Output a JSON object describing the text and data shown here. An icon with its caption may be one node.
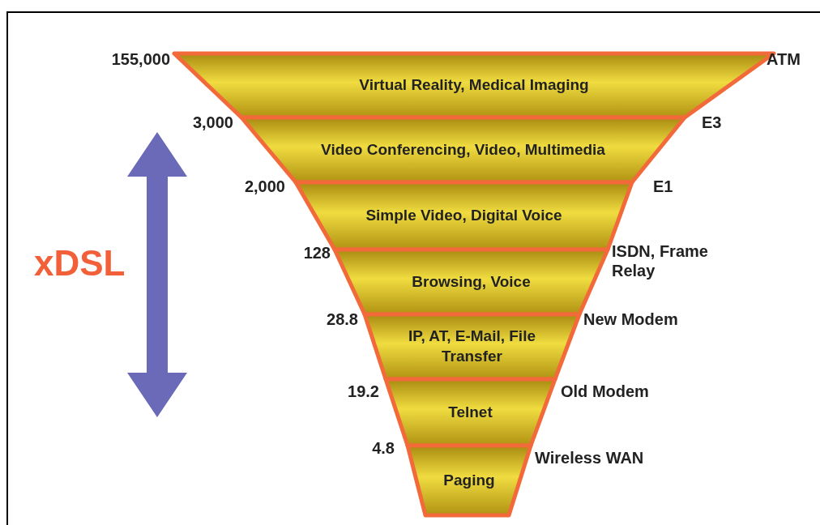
{
  "diagram": {
    "nodes": [
      {
        "text": [
          "Virtual Reality, Medical Imaging"
        ]
      },
      {
        "text": [
          "Video Conferencing, Video, Multimedia"
        ]
      },
      {
        "text": [
          "Simple Video, Digital Voice"
        ]
      },
      {
        "text": [
          "Browsing, Voice"
        ]
      },
      {
        "text": [
          "IP, AT, E-Mail, File Transfer"
        ]
      },
      {
        "text": [
          "Telnet"
        ]
      },
      {
        "text": [
          "Paging"
        ]
      }
    ],
    "labels": [
      "155,000",
      "ATM",
      "3,000",
      "E3",
      "2,000",
      "E1",
      "128",
      "ISDN, Frame Relay",
      "28.8",
      "New Modem",
      "19.2",
      "Old Modem",
      "4.8",
      "Wireless WAN",
      "xDSL"
    ]
  }
}
